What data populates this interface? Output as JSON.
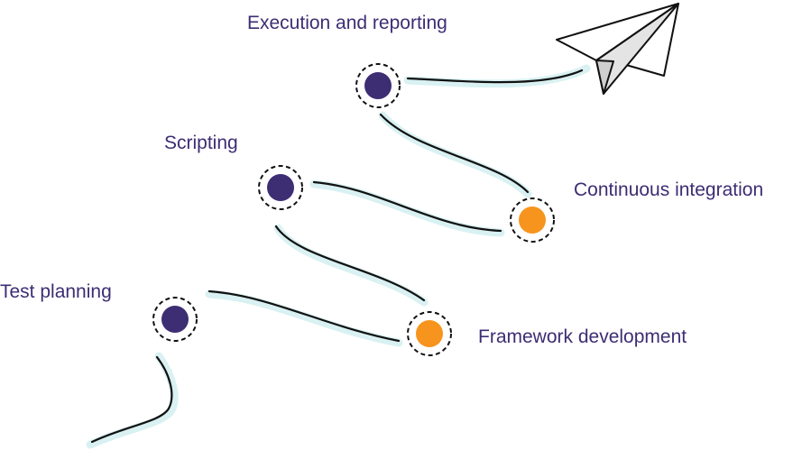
{
  "colors": {
    "purple": "#3d2d73",
    "orange": "#f7941d",
    "glow": "#d9f1f2",
    "stroke": "#111111"
  },
  "steps": [
    {
      "label": "Test planning",
      "color": "purple"
    },
    {
      "label": "Scripting",
      "color": "purple"
    },
    {
      "label": "Execution and reporting",
      "color": "purple"
    },
    {
      "label": "Continuous integration",
      "color": "orange"
    },
    {
      "label": "Framework development",
      "color": "orange"
    }
  ],
  "icons": {
    "finish": "paper-plane-icon"
  }
}
